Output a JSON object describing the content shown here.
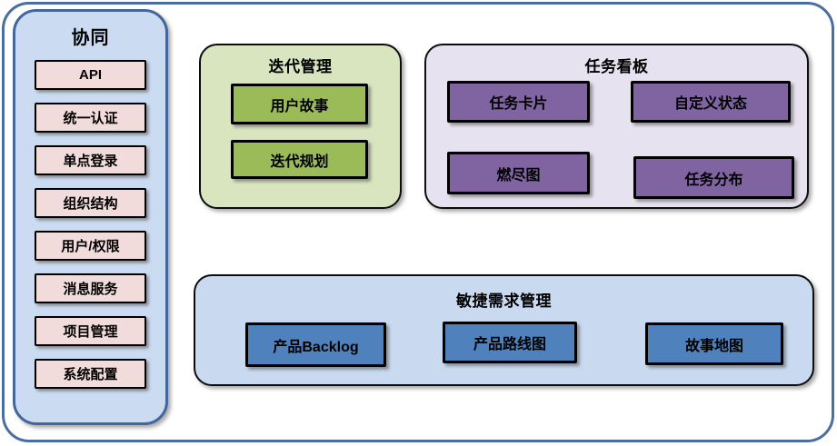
{
  "canvas": {
    "background": "#ffffff",
    "frame_border_color": "#4a6da2"
  },
  "sidebar": {
    "title": "协同",
    "bg_color": "#cbdbf1",
    "border_color": "#43669c",
    "item_bg_color": "#f2dcdb",
    "items": [
      "API",
      "统一认证",
      "单点登录",
      "组织结构",
      "用户/权限",
      "消息服务",
      "项目管理",
      "系统配置"
    ]
  },
  "panels": {
    "iteration": {
      "title": "迭代管理",
      "bg_color": "#d9e5bf",
      "item_bg_color": "#9bbb59",
      "items": [
        "用户故事",
        "迭代规划"
      ]
    },
    "taskboard": {
      "title": "任务看板",
      "bg_color": "#e7e2ef",
      "item_bg_color": "#8064a2",
      "items": [
        "任务卡片",
        "自定义状态",
        "燃尽图",
        "任务分布"
      ]
    },
    "requirements": {
      "title": "敏捷需求管理",
      "bg_color": "#c9daf0",
      "item_bg_color": "#4f81bd",
      "items": [
        "产品Backlog",
        "产品路线图",
        "故事地图"
      ]
    }
  }
}
